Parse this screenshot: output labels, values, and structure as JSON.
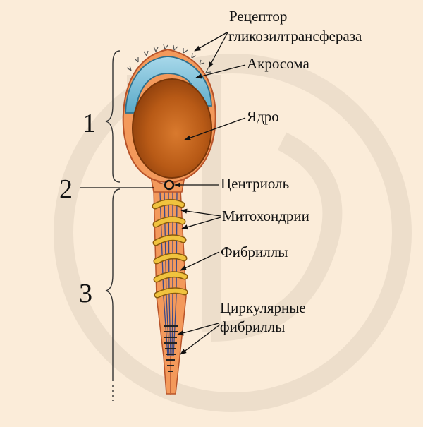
{
  "diagram": {
    "section_numbers": [
      "1",
      "2",
      "3"
    ],
    "labels": {
      "receptor_line1": "Рецептор",
      "receptor_line2": "гликозилтрансфераза",
      "acrosome": "Акросома",
      "nucleus": "Ядро",
      "centriole": "Центриоль",
      "mitochondria": "Митохондрии",
      "fibrils": "Фибриллы",
      "circular_line1": "Циркулярные",
      "circular_line2": "фибриллы"
    },
    "colors": {
      "background": "#fbecd9",
      "cell_body": "#f3995b",
      "cell_outline": "#b8542a",
      "acrosome": "#7fc3dc",
      "nucleus": "#b75712",
      "mitochondria": "#e7b02d",
      "fibrils": "#3a4a8a"
    }
  }
}
